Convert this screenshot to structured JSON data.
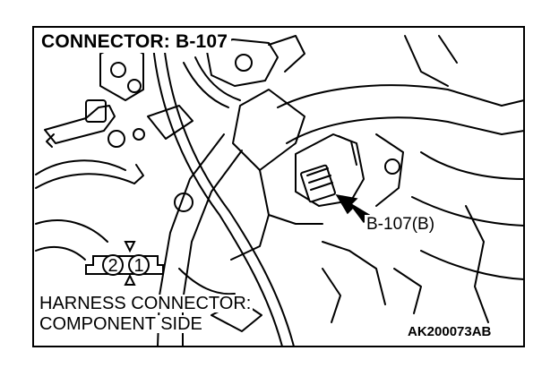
{
  "title": "CONNECTOR: B-107",
  "callout_label": "B-107(B)",
  "connector_face": {
    "heading_line1": "HARNESS CONNECTOR:",
    "heading_line2": "COMPONENT SIDE",
    "pins": [
      "2",
      "1"
    ]
  },
  "figure_code": "AK200073AB",
  "colors": {
    "ink": "#000000",
    "paper": "#ffffff"
  }
}
